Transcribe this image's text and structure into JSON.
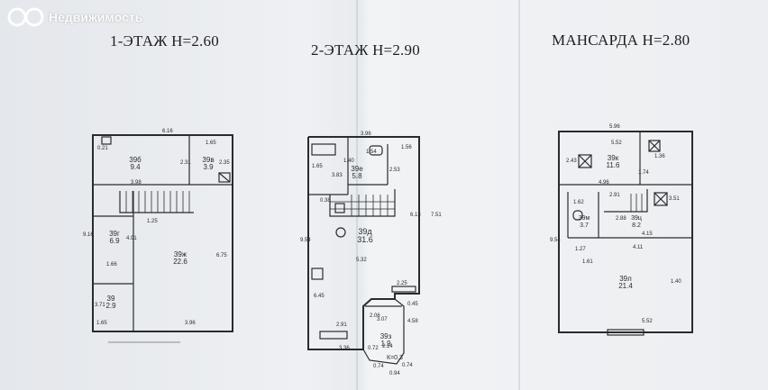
{
  "watermark": {
    "text": "Недвижимость"
  },
  "floors": [
    {
      "title": "1-ЭТАЖ  H=2.60",
      "rooms": [
        {
          "label": "39б",
          "area": "9.4"
        },
        {
          "label": "39в",
          "area": "3.9"
        },
        {
          "label": "39г",
          "area": "6.9"
        },
        {
          "label": "39ж",
          "area": "22.6"
        },
        {
          "label": "39",
          "area": "2.9"
        }
      ],
      "dims": [
        "6.16",
        "0.21",
        "3.98",
        "2.31",
        "1.65",
        "2.35",
        "9.16",
        "1.25",
        "4.91",
        "6.75",
        "1.66",
        "3.71",
        "1.65",
        "3.96"
      ]
    },
    {
      "title": "2-ЭТАЖ  H=2.90",
      "rooms": [
        {
          "label": "39е",
          "area": "5.8"
        },
        {
          "label": "39д",
          "area": "31.6"
        },
        {
          "label": "39з",
          "area": "1.9"
        }
      ],
      "dims": [
        "3.96",
        "1.56",
        "1.54",
        "1.40",
        "3.83",
        "2.53",
        "0.38",
        "1.65",
        "6.13",
        "9.54",
        "7.51",
        "5.32",
        "2.25",
        "6.45",
        "2.06",
        "0.45",
        "3.07",
        "4.58",
        "2.91",
        "3.36",
        "2.14",
        "0.72",
        "0.74",
        "0.74",
        "0.94"
      ],
      "k_label": "К=0.3"
    },
    {
      "title": "МАНСАРДА  H=2.80",
      "rooms": [
        {
          "label": "39к",
          "area": "11.6"
        },
        {
          "label": "39м",
          "area": "3.7"
        },
        {
          "label": "39ц",
          "area": "8.2"
        },
        {
          "label": "39л",
          "area": "21.4"
        }
      ],
      "dims": [
        "5.96",
        "5.52",
        "1.36",
        "2.43",
        "1.74",
        "3.51",
        "4.96",
        "2.91",
        "1.62",
        "2.88",
        "4.15",
        "9.54",
        "4.11",
        "1.27",
        "1.61",
        "1.40",
        "5.52"
      ]
    }
  ]
}
